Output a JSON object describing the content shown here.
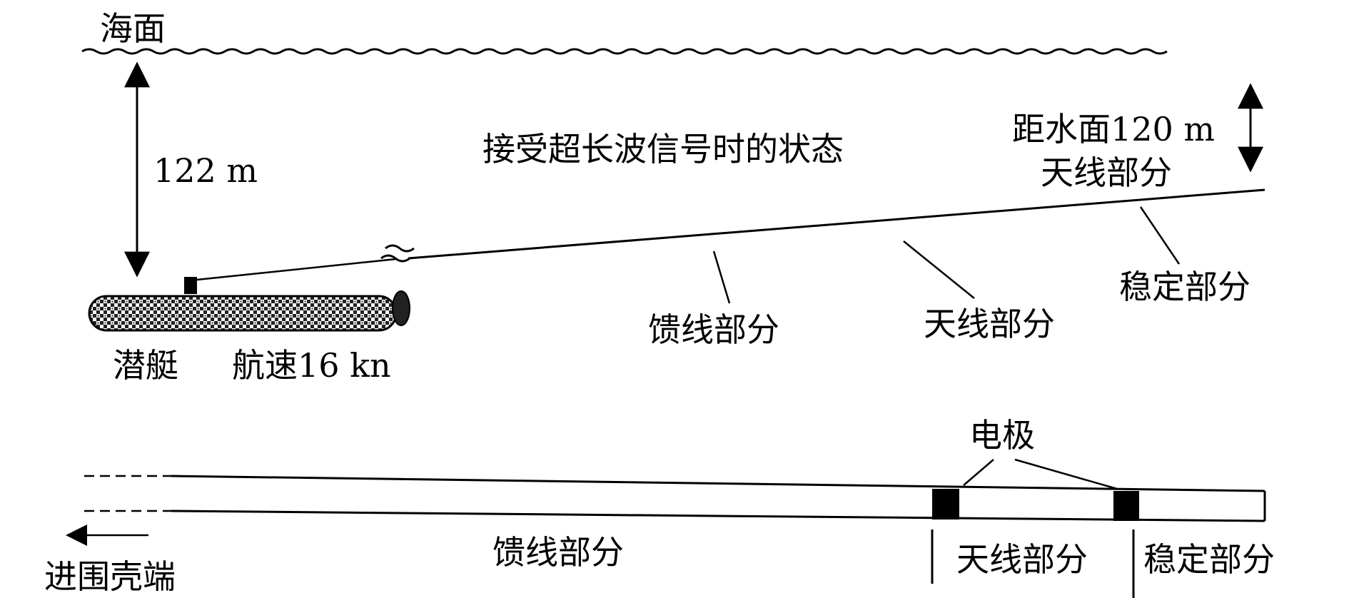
{
  "labels": {
    "sea_surface": "海面",
    "depth_left": "122 m",
    "state_title": "接受超长波信号时的状态",
    "depth_right_line1": "距水面120 m",
    "depth_right_line2": "天线部分",
    "stabilizer": "稳定部分",
    "feeder": "馈线部分",
    "antenna": "天线部分",
    "submarine": "潜艇",
    "speed": "航速16 kn",
    "electrode": "电极",
    "hull_end": "进围壳端",
    "bottom_feeder": "馈线部分",
    "bottom_antenna": "天线部分",
    "bottom_stabilizer": "稳定部分"
  },
  "colors": {
    "ink": "#000000",
    "background": "#ffffff"
  }
}
